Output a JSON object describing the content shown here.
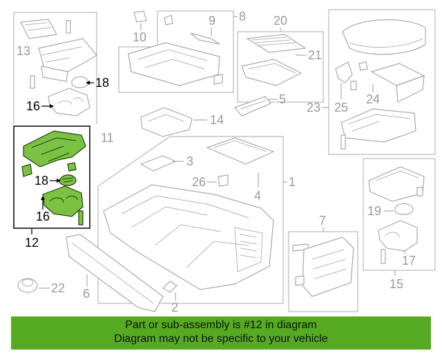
{
  "diagram": {
    "callouts": {
      "c1": "1",
      "c2": "2",
      "c3": "3",
      "c4": "4",
      "c5": "5",
      "c6": "6",
      "c7": "7",
      "c8": "8",
      "c9": "9",
      "c10": "10",
      "c11": "11",
      "c12": "12",
      "c13": "13",
      "c14": "14",
      "c15": "15",
      "c16a": "16",
      "c16b": "16",
      "c17": "17",
      "c18a": "18",
      "c18b": "18",
      "c19": "19",
      "c20": "20",
      "c21": "21",
      "c22": "22",
      "c23": "23",
      "c24": "24",
      "c25": "25",
      "c26": "26"
    },
    "highlighted_part": "12",
    "colors": {
      "highlight_fill": "#7cc242",
      "highlight_outline": "#1e3d12",
      "line_gray": "#a8a8a8"
    }
  },
  "banner": {
    "line1": "Part or sub-assembly is #12 in diagram",
    "line2": "Diagram may not be specific to your vehicle",
    "color": "#55aa22"
  }
}
